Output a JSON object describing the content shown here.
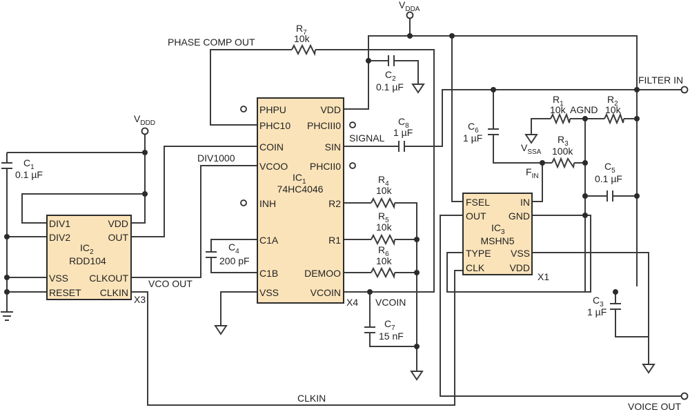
{
  "supplies": {
    "vdda": "V",
    "vdda_sub": "DDA",
    "vddd": "V",
    "vddd_sub": "DDD",
    "vssa": "V",
    "vssa_sub": "SSA"
  },
  "ic1": {
    "ref": "IC",
    "ref_sub": "1",
    "part": "74HC4046",
    "pins": {
      "phpu": "PHPU",
      "phc10": "PHC10",
      "coin": "COIN",
      "vcoo": "VCOO",
      "inh": "INH",
      "c1a": "C1A",
      "c1b": "C1B",
      "vss": "VSS",
      "vdd": "VDD",
      "phciii0": "PHCIII0",
      "sin": "SIN",
      "phcii0": "PHCII0",
      "r2": "R2",
      "r1": "R1",
      "demoo": "DEMOO",
      "vcoin": "VCOIN"
    }
  },
  "ic2": {
    "ref": "IC",
    "ref_sub": "2",
    "part": "RDD104",
    "pins": {
      "div1": "DIV1",
      "div2": "DIV2",
      "vss": "VSS",
      "reset": "RESET",
      "vdd": "VDD",
      "out": "OUT",
      "clkout": "CLKOUT",
      "clkin": "CLKIN"
    }
  },
  "ic3": {
    "ref": "IC",
    "ref_sub": "3",
    "part": "MSHN5",
    "pins": {
      "fsel": "FSEL",
      "out": "OUT",
      "type": "TYPE",
      "clk": "CLK",
      "in": "IN",
      "gnd": "GND",
      "vss": "VSS",
      "vdd": "VDD"
    }
  },
  "components": {
    "r7": {
      "ref": "R",
      "sub": "7",
      "value": "10k"
    },
    "c2": {
      "ref": "C",
      "sub": "2",
      "value": "0.1 µF"
    },
    "c8": {
      "ref": "C",
      "sub": "8",
      "value": "1 µF"
    },
    "c1": {
      "ref": "C",
      "sub": "1",
      "value": "0.1 µF"
    },
    "c4": {
      "ref": "C",
      "sub": "4",
      "value": "200 pF"
    },
    "r4": {
      "ref": "R",
      "sub": "4",
      "value": "10k"
    },
    "r5": {
      "ref": "R",
      "sub": "5",
      "value": "10k"
    },
    "r6": {
      "ref": "R",
      "sub": "6",
      "value": "10k"
    },
    "c7": {
      "ref": "C",
      "sub": "7",
      "value": "15 nF"
    },
    "c6": {
      "ref": "C",
      "sub": "6",
      "value": "1 µF"
    },
    "r1": {
      "ref": "R",
      "sub": "1",
      "value": "10k"
    },
    "r2": {
      "ref": "R",
      "sub": "2",
      "value": "10k"
    },
    "r3": {
      "ref": "R",
      "sub": "3",
      "value": "100k"
    },
    "c5": {
      "ref": "C",
      "sub": "5",
      "value": "0.1 µF"
    },
    "c3": {
      "ref": "C",
      "sub": "3",
      "value": "1 µF"
    }
  },
  "nets": {
    "phase_comp_out": "PHASE COMP OUT",
    "signal": "SIGNAL",
    "div1000": "DIV1000",
    "vco_out": "VCO OUT",
    "vcoin": "VCOIN",
    "clkin": "CLKIN",
    "agnd": "AGND",
    "fin": "F",
    "fin_sub": "IN",
    "filter_in": "FILTER IN",
    "voice_out": "VOICE OUT"
  },
  "crystals": {
    "x1": "X1",
    "x3": "X3",
    "x4": "X4"
  }
}
